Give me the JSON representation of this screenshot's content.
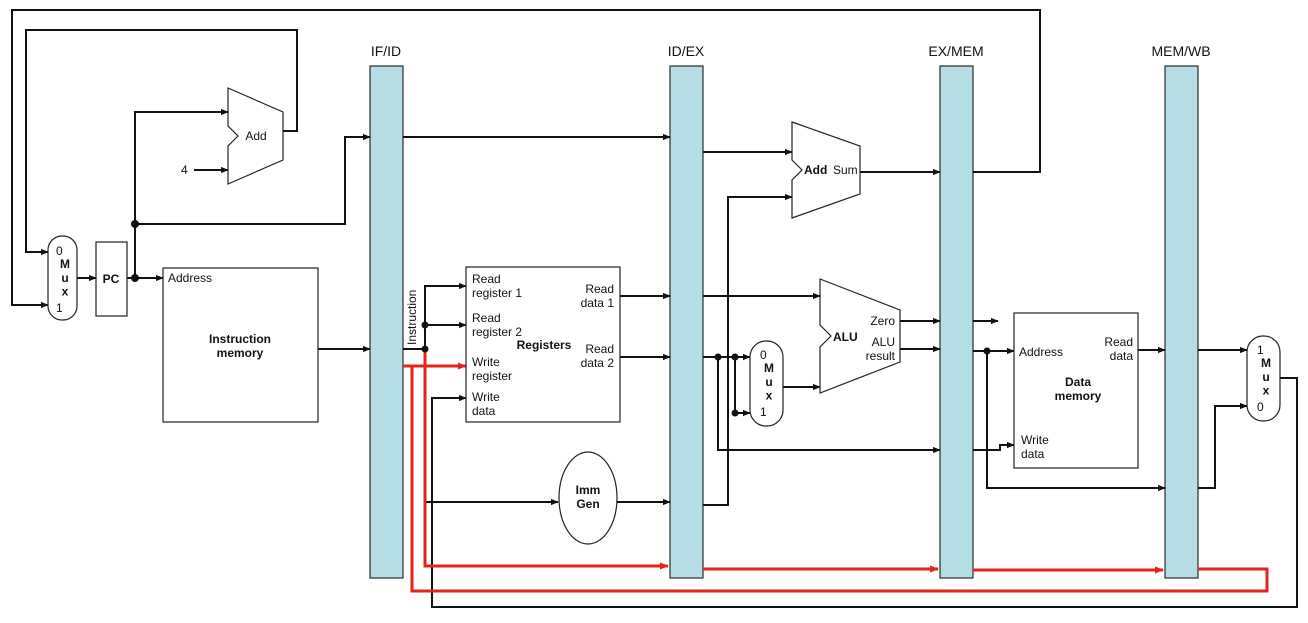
{
  "pipeline_registers": [
    "IF/ID",
    "ID/EX",
    "EX/MEM",
    "MEM/WB"
  ],
  "pc": "PC",
  "adders": {
    "pc_add": "Add",
    "pc_increment": "4",
    "branch_add": "Add",
    "branch_sum": "Sum"
  },
  "pc_mux": {
    "in0": "0",
    "label": "M\nu\nx",
    "in1": "1"
  },
  "instruction_memory": {
    "address": "Address",
    "title": "Instruction\nmemory"
  },
  "instruction_label": "Instruction",
  "registers": {
    "title": "Registers",
    "read_register_1": "Read\nregister 1",
    "read_register_2": "Read\nregister 2",
    "write_register": "Write\nregister",
    "write_data": "Write\ndata",
    "read_data_1": "Read\ndata 1",
    "read_data_2": "Read\ndata 2"
  },
  "imm_gen": "Imm\nGen",
  "alu_mux": {
    "in0": "0",
    "label": "M\nu\nx",
    "in1": "1"
  },
  "alu": {
    "title": "ALU",
    "zero": "Zero",
    "result": "ALU\nresult"
  },
  "data_memory": {
    "address": "Address",
    "read_data": "Read\ndata",
    "write_data": "Write\ndata",
    "title": "Data\nmemory"
  },
  "wb_mux": {
    "in1": "1",
    "label": "M\nu\nx",
    "in0": "0"
  }
}
